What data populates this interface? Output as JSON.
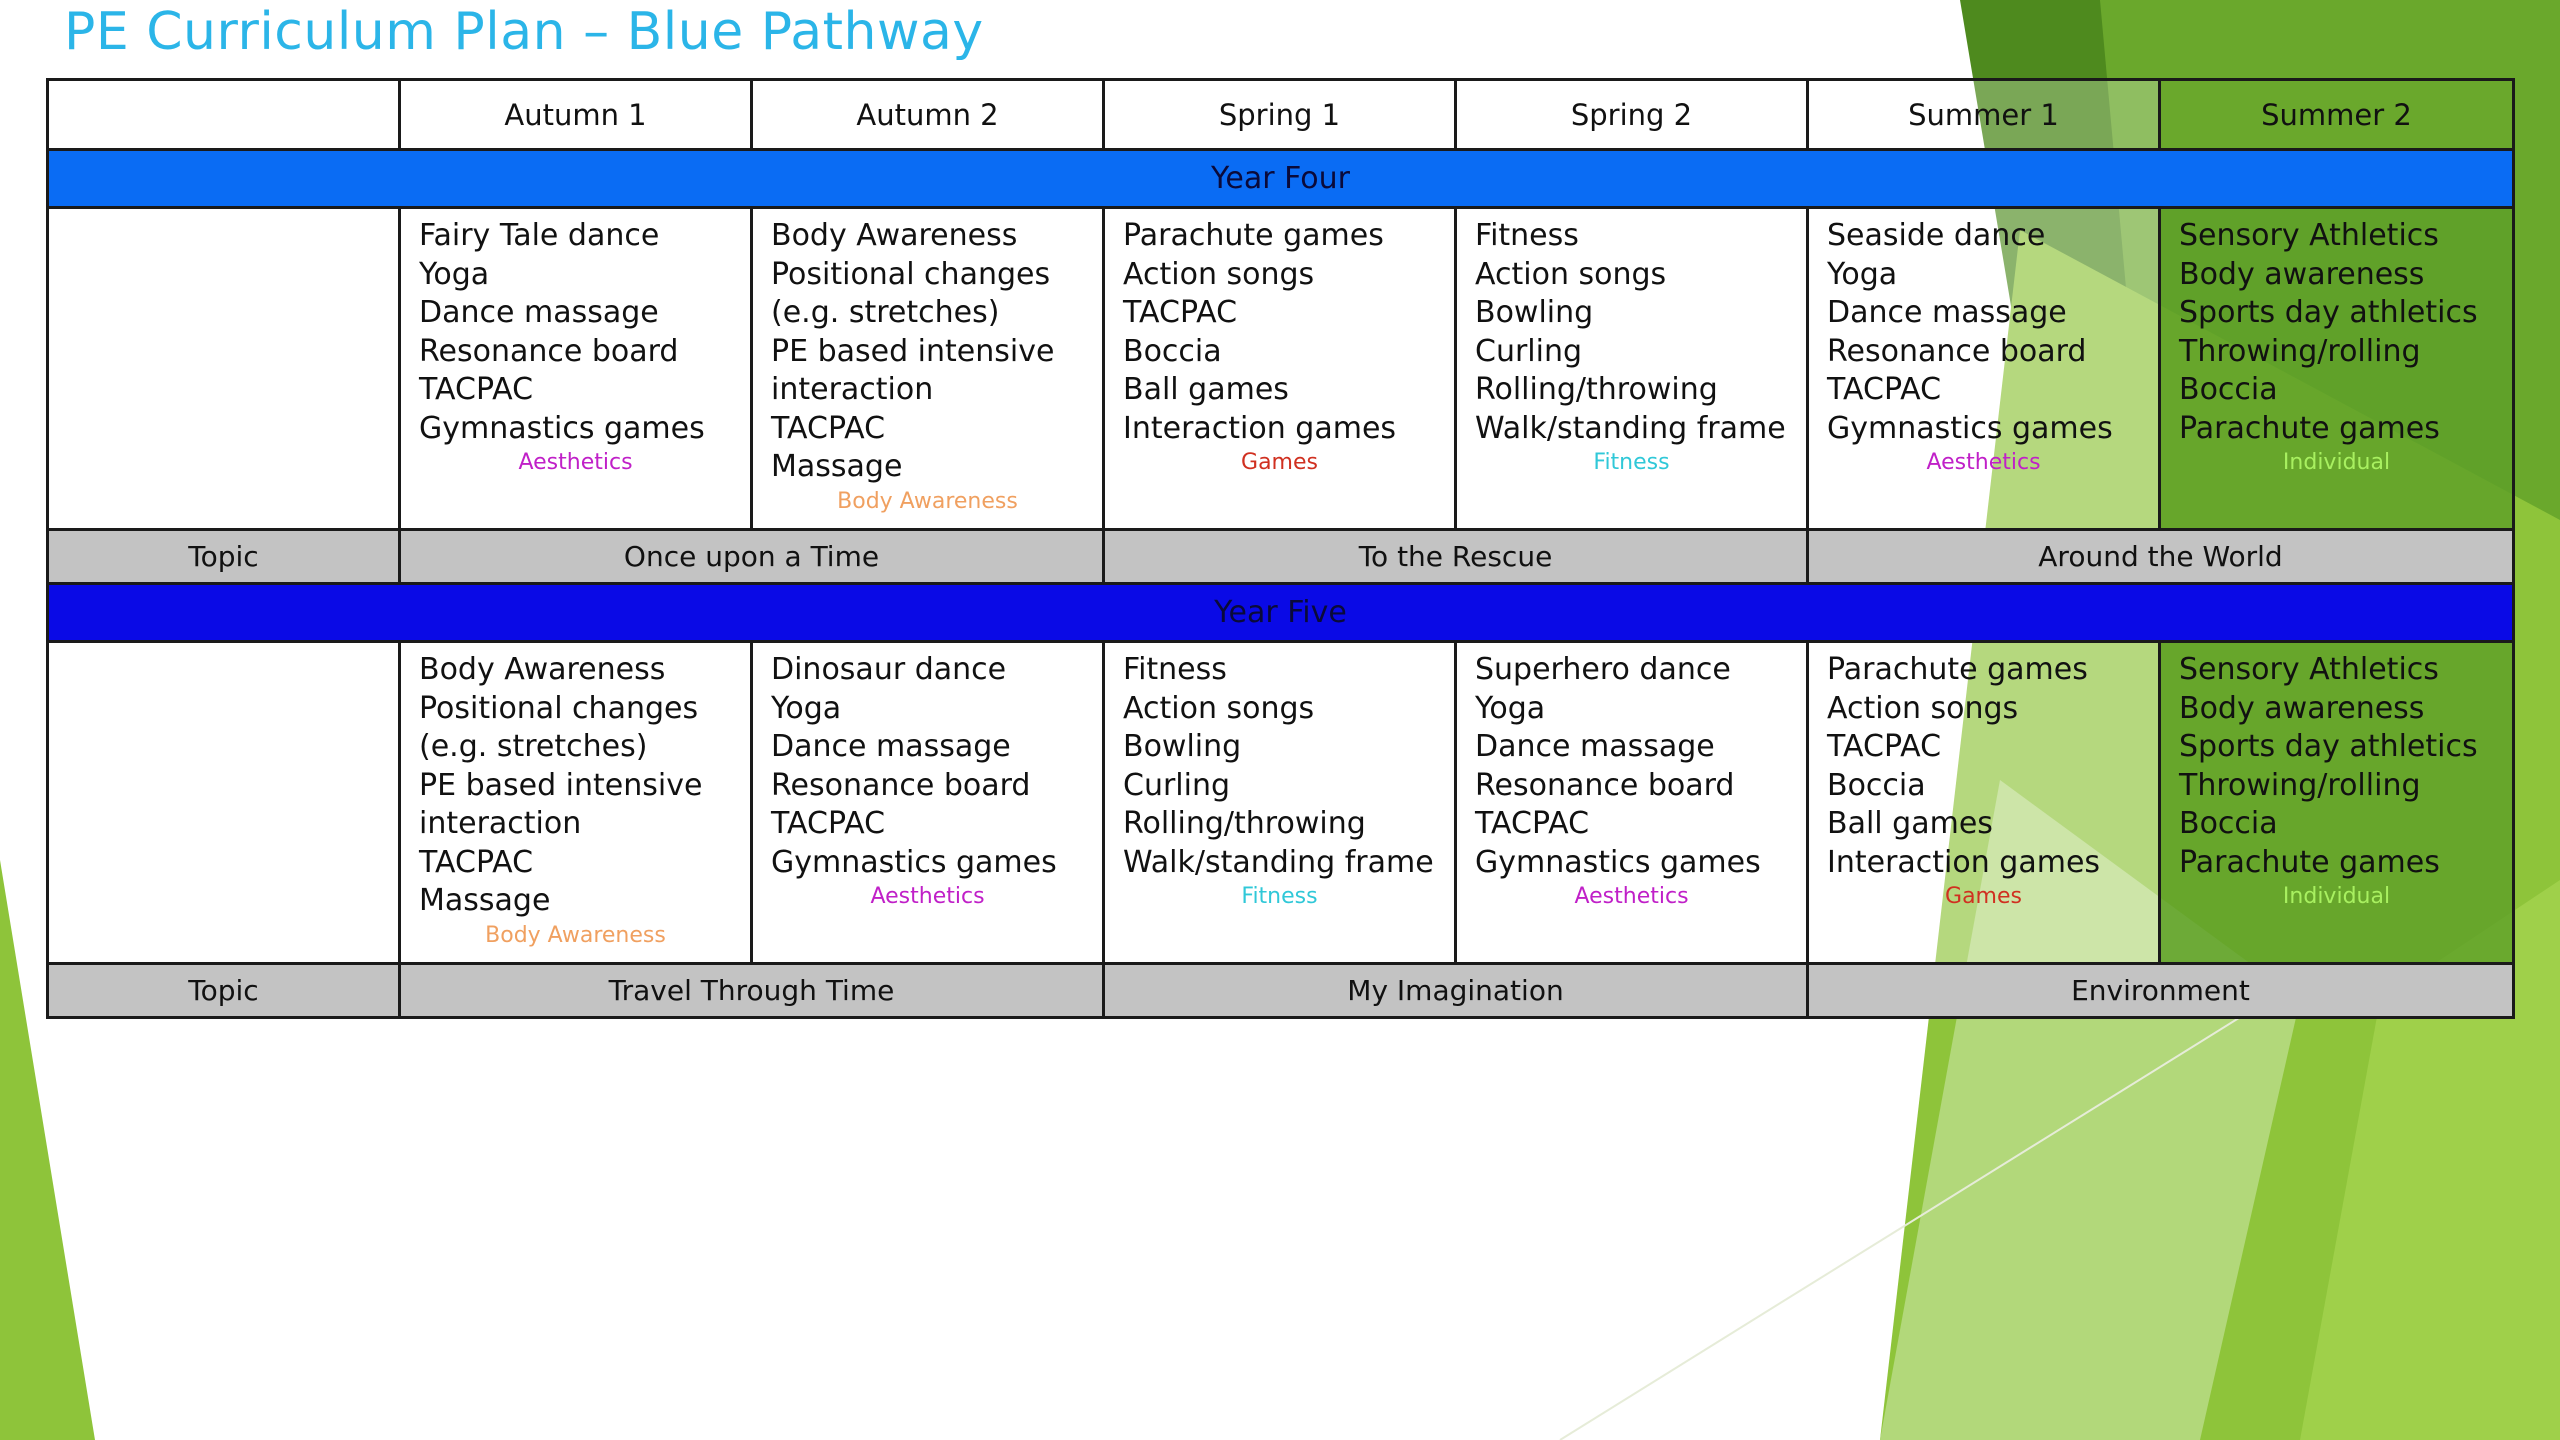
{
  "title": "PE Curriculum Plan – Blue Pathway",
  "colors": {
    "title": "#2bb5e8",
    "year_four_band": "#0a6cf4",
    "year_five_band": "#0a0ae6",
    "topic_band": "#c3c3c3",
    "summer2_column": "#5ea028",
    "aesthetics": "#c020c8",
    "body_awareness": "#f0a060",
    "games": "#d03020",
    "fitness": "#30c8d8",
    "individual": "#a8f060"
  },
  "header": {
    "corner": "",
    "terms": [
      "Autumn 1",
      "Autumn 2",
      "Spring 1",
      "Spring 2",
      "Summer 1",
      "Summer 2"
    ]
  },
  "year_four": {
    "label": "Year Four",
    "cells": [
      {
        "items": [
          "Fairy Tale dance",
          "Yoga",
          "Dance massage",
          "Resonance board",
          "TACPAC",
          "Gymnastics games"
        ],
        "theme": "Aesthetics",
        "theme_color": "aesthetics"
      },
      {
        "items": [
          "Body Awareness",
          "Positional changes",
          "(e.g. stretches)",
          "PE based intensive",
          "interaction",
          "TACPAC",
          "Massage"
        ],
        "theme": "Body Awareness",
        "theme_color": "body_awareness"
      },
      {
        "items": [
          "Parachute games",
          "Action songs",
          "TACPAC",
          "Boccia",
          "Ball games",
          "Interaction games"
        ],
        "theme": "Games",
        "theme_color": "games"
      },
      {
        "items": [
          "Fitness",
          "Action songs",
          "Bowling",
          "Curling",
          "Rolling/throwing",
          "Walk/standing frame"
        ],
        "theme": "Fitness",
        "theme_color": "fitness"
      },
      {
        "items": [
          "Seaside dance",
          "Yoga",
          "Dance massage",
          "Resonance board",
          "TACPAC",
          "Gymnastics games"
        ],
        "theme": "Aesthetics",
        "theme_color": "aesthetics"
      },
      {
        "items": [
          "Sensory Athletics",
          "Body awareness",
          "Sports day athletics",
          "Throwing/rolling",
          "Boccia",
          "Parachute games"
        ],
        "theme": "Individual",
        "theme_color": "individual"
      }
    ],
    "topic_label": "Topic",
    "topics": [
      "Once upon a Time",
      "To the Rescue",
      "Around the World"
    ]
  },
  "year_five": {
    "label": "Year Five",
    "cells": [
      {
        "items": [
          "Body Awareness",
          "Positional changes",
          "(e.g. stretches)",
          "PE based intensive",
          "interaction",
          "TACPAC",
          "Massage"
        ],
        "theme": "Body Awareness",
        "theme_color": "body_awareness"
      },
      {
        "items": [
          "Dinosaur dance",
          "Yoga",
          "Dance massage",
          "Resonance board",
          "TACPAC",
          "Gymnastics games"
        ],
        "theme": "Aesthetics",
        "theme_color": "aesthetics"
      },
      {
        "items": [
          "Fitness",
          "Action songs",
          "Bowling",
          "Curling",
          "Rolling/throwing",
          "Walk/standing frame"
        ],
        "theme": "Fitness",
        "theme_color": "fitness"
      },
      {
        "items": [
          "Superhero dance",
          "Yoga",
          "Dance massage",
          "Resonance board",
          "TACPAC",
          "Gymnastics games"
        ],
        "theme": "Aesthetics",
        "theme_color": "aesthetics"
      },
      {
        "items": [
          "Parachute games",
          "Action songs",
          "TACPAC",
          "Boccia",
          "Ball games",
          "Interaction games"
        ],
        "theme": "Games",
        "theme_color": "games"
      },
      {
        "items": [
          "Sensory Athletics",
          "Body awareness",
          "Sports day athletics",
          "Throwing/rolling",
          "Boccia",
          "Parachute games"
        ],
        "theme": "Individual",
        "theme_color": "individual"
      }
    ],
    "topic_label": "Topic",
    "topics": [
      "Travel Through Time",
      "My Imagination",
      "Environment"
    ]
  }
}
